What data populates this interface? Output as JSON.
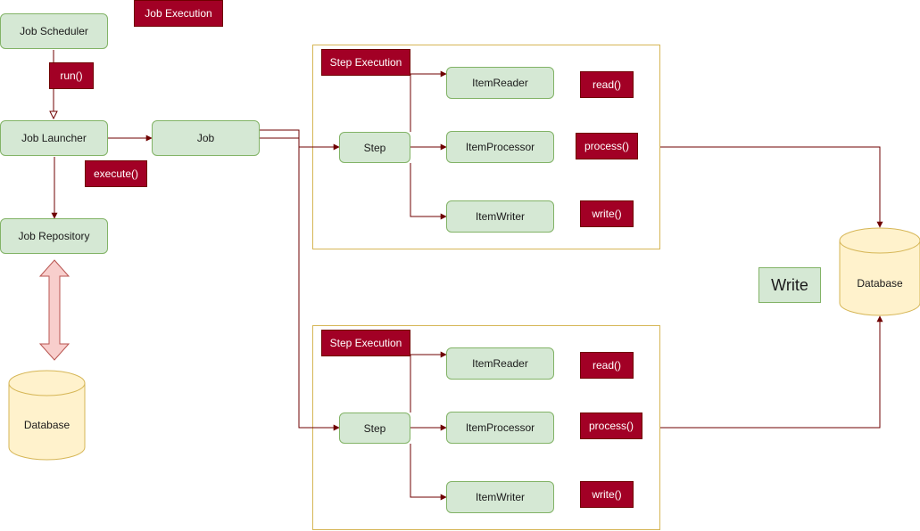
{
  "colors": {
    "node_fill": "#d5e8d4",
    "node_stroke": "#82b366",
    "tag_fill": "#a20025",
    "frame_stroke": "#d6b656",
    "db_fill": "#fff2cc",
    "db_stroke": "#d6b656",
    "edge": "#6f0000",
    "bidir_arrow_fill": "#f8cecc",
    "bidir_arrow_stroke": "#b85450"
  },
  "left_column": {
    "job_scheduler": "Job Scheduler",
    "job_execution": "Job Execution",
    "run_tag": "run()",
    "job_launcher": "Job Launcher",
    "execute_tag": "execute()",
    "job": "Job",
    "job_repository": "Job Repository",
    "database": "Database"
  },
  "step_frames": [
    {
      "step_execution": "Step Execution",
      "step": "Step",
      "item_reader": "ItemReader",
      "item_processor": "ItemProcessor",
      "item_writer": "ItemWriter",
      "read_tag": "read()",
      "process_tag": "process()",
      "write_tag": "write()"
    },
    {
      "step_execution": "Step Execution",
      "step": "Step",
      "item_reader": "ItemReader",
      "item_processor": "ItemProcessor",
      "item_writer": "ItemWriter",
      "read_tag": "read()",
      "process_tag": "process()",
      "write_tag": "write()"
    }
  ],
  "right": {
    "write_label": "Write",
    "database": "Database"
  }
}
